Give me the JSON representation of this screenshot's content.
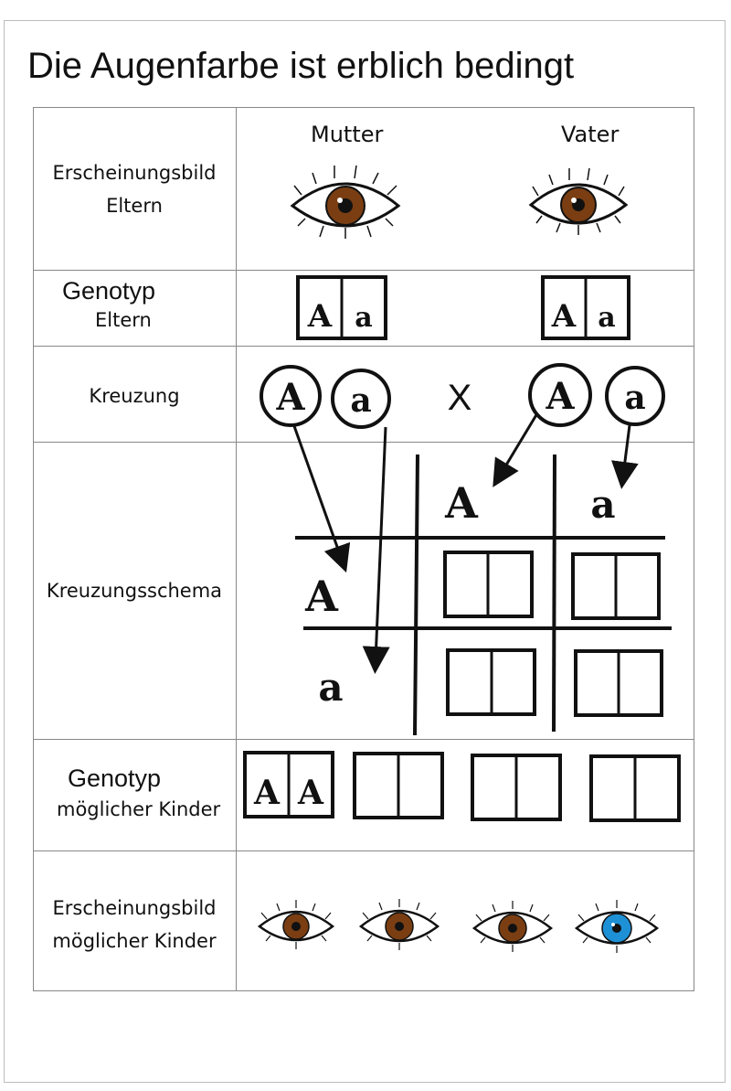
{
  "title": "Die Augenfarbe ist erblich bedingt",
  "rows": {
    "phenotype_parents": {
      "line1": "Erscheinungsbild",
      "line2": "Eltern"
    },
    "genotype_parents": {
      "line1": "Genotyp",
      "line2": "Eltern"
    },
    "cross": {
      "label": "Kreuzung"
    },
    "punnett": {
      "label": "Kreuzungsschema"
    },
    "genotype_children": {
      "line1": "Genotyp",
      "line2": "möglicher Kinder"
    },
    "phenotype_children": {
      "line1": "Erscheinungsbild",
      "line2": "möglicher Kinder"
    }
  },
  "parents": {
    "mother": "Mutter",
    "father": "Vater"
  },
  "genotypes": {
    "mother": [
      "A",
      "a"
    ],
    "father": [
      "A",
      "a"
    ]
  },
  "cross": {
    "mother_alleles": [
      "A",
      "a"
    ],
    "symbol": "X",
    "father_alleles": [
      "A",
      "a"
    ]
  },
  "punnett": {
    "col_headers": [
      "A",
      "a"
    ],
    "row_headers": [
      "A",
      "a"
    ]
  },
  "children_genotypes": [
    [
      "A",
      "A"
    ],
    [
      "",
      ""
    ],
    [
      "",
      ""
    ],
    [
      "",
      ""
    ]
  ],
  "colors": {
    "brown_iris": "#7a3e12",
    "blue_iris": "#1e90d6",
    "grid": "#888888",
    "ink": "#111111"
  },
  "icons": {
    "eye": "eye-icon",
    "arrow": "arrow-icon"
  }
}
